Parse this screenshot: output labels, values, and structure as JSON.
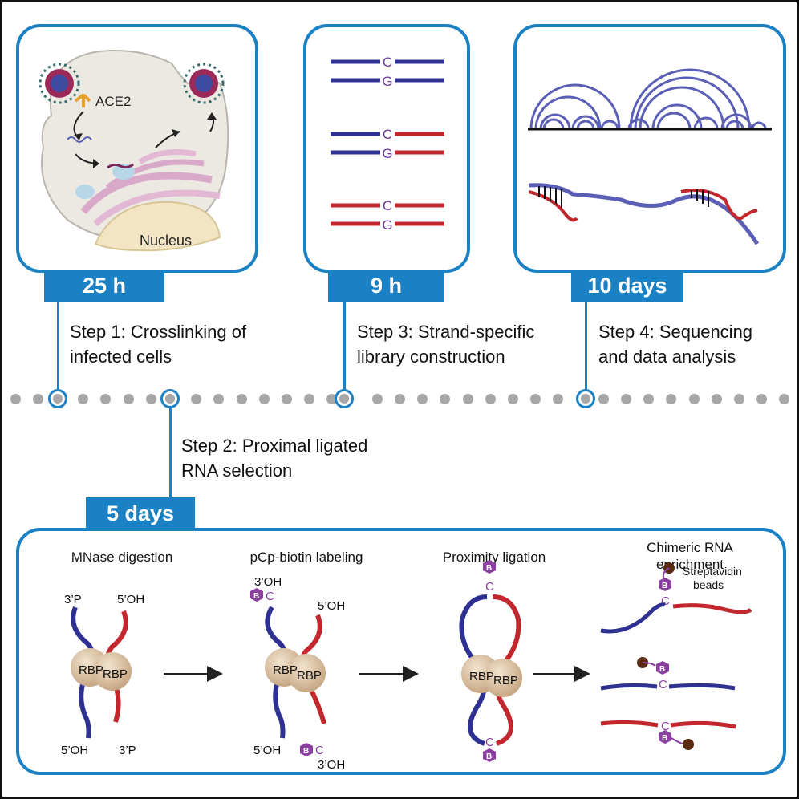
{
  "panels": {
    "step1": {
      "time": "25 h",
      "label_line1": "Step 1: Crosslinking of",
      "label_line2": "infected cells",
      "ace2_label": "ACE2",
      "nucleus_label": "Nucleus"
    },
    "step3": {
      "time": "9 h",
      "label_line1": "Step 3: Strand-specific",
      "label_line2": "library construction",
      "base_c": "C",
      "base_g": "G"
    },
    "step4": {
      "time": "10 days",
      "label_line1": "Step 4: Sequencing",
      "label_line2": "and data analysis"
    },
    "step2": {
      "time": "5 days",
      "label_line1": "Step 2: Proximal ligated",
      "label_line2": "RNA selection",
      "substeps": [
        {
          "title": "MNase digestion"
        },
        {
          "title": "pCp-biotin labeling"
        },
        {
          "title": "Proximity ligation"
        },
        {
          "title_line1": "Chimeric RNA",
          "title_line2": "enrichment"
        }
      ],
      "labels": {
        "p3": "3’P",
        "oh5": "5’OH",
        "oh3": "3’OH",
        "rbp": "RBP",
        "b": "B",
        "c": "C",
        "strep_line1": "Streptavidin",
        "strep_line2": "beads"
      }
    }
  },
  "colors": {
    "accent": "#1a82c4",
    "blue_strand": "#2e3192",
    "red_strand": "#c1272d",
    "biotin": "#8b3fa0",
    "arc": "#5a5fb5",
    "dot": "#a7a7a7"
  }
}
